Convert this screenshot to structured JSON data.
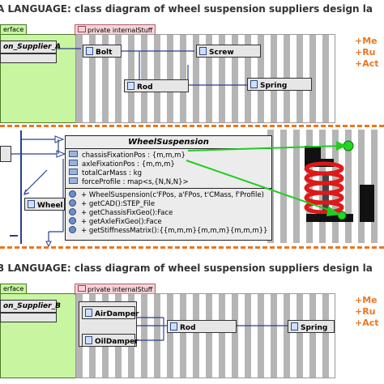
{
  "section_a": {
    "title": "A LANGUAGE: class diagram of wheel suspension suppliers design la",
    "interface_tab": "erface",
    "supplier_class": "on_Supplier_A",
    "private_tab": "private internalStuff",
    "classes": [
      "Bolt",
      "Screw",
      "Rod",
      "Spring"
    ],
    "right_items": [
      "+Me",
      "+Ru",
      "+Act"
    ]
  },
  "middle": {
    "wheel_suspension": {
      "name": "WheelSuspension",
      "attributes": [
        "chassisFixationPos : {m,m,m}",
        "axleFixationPos : {m,m,m}",
        "totalCarMass : kg",
        "forceProfile : map<s,{N,N,N}>"
      ],
      "operations": [
        "+ WheelSuspension(c'FPos, a'FPos, t'CMass, f'Profile)",
        "+ getCAD():STEP_File",
        "+ getChassisFixGeo():Face",
        "+ getAxleFixGeo():Face",
        "+ getStiffnessMatrix():{{m,m,m}{m,m,m}{m,m,m}}"
      ]
    },
    "wheel_class": "Wheel"
  },
  "section_b": {
    "title": "B LANGUAGE: class diagram of wheel suspension suppliers design la",
    "interface_tab": "erface",
    "supplier_class": "on_Supplier_B",
    "private_tab": "private internalStuff",
    "classes": [
      "AirDamper",
      "OilDamper",
      "Rod",
      "Spring"
    ],
    "right_items": [
      "+Me",
      "+Ru",
      "+Act"
    ]
  },
  "colors": {
    "accent": "#e87722",
    "green": "#22cc22",
    "package_green": "#c8f5a0",
    "private_pink": "#f6d2d6"
  }
}
